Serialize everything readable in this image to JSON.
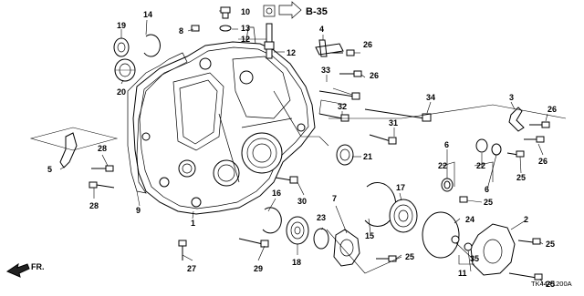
{
  "diagram": {
    "ref_label": "B-35",
    "code": "TK44A1200A",
    "direction_label": "FR.",
    "callouts": {
      "c1": "1",
      "c2": "2",
      "c3": "3",
      "c4": "4",
      "c5": "5",
      "c6a": "6",
      "c6b": "6",
      "c7": "7",
      "c8": "8",
      "c9": "9",
      "c10": "10",
      "c11": "11",
      "c12a": "12",
      "c12b": "12",
      "c13": "13",
      "c14": "14",
      "c15": "15",
      "c16": "16",
      "c17": "17",
      "c18": "18",
      "c19": "19",
      "c20": "20",
      "c21": "21",
      "c22a": "22",
      "c22b": "22",
      "c23": "23",
      "c24": "24",
      "c25a": "25",
      "c25b": "25",
      "c25c": "25",
      "c25d": "25",
      "c25e": "25",
      "c26a": "26",
      "c26b": "26",
      "c26c": "26",
      "c26d": "26",
      "c27": "27",
      "c28a": "28",
      "c28b": "28",
      "c29": "29",
      "c30": "30",
      "c31": "31",
      "c32": "32",
      "c33": "33",
      "c34": "34",
      "c35": "35"
    }
  }
}
